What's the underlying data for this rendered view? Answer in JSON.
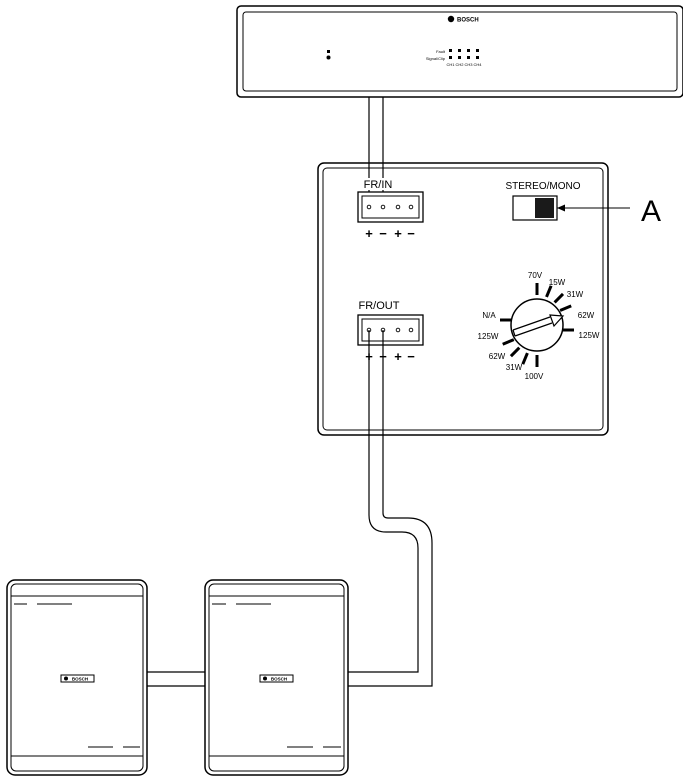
{
  "amplifier": {
    "brand": "BOSCH",
    "led_row_labels": [
      "Fault",
      "Signal/Clip"
    ],
    "channels": [
      "CH1",
      "CH2",
      "CH3",
      "CH4"
    ]
  },
  "panel": {
    "input_label": "FR/IN",
    "output_label": "FR/OUT",
    "input_polarity": [
      "+",
      "−",
      "+",
      "−"
    ],
    "output_polarity": [
      "+",
      "−",
      "+",
      "−"
    ],
    "switch_label": "STEREO/MONO",
    "callout_label": "A",
    "dial_settings": [
      "70V",
      "15W",
      "31W",
      "62W",
      "125W",
      "100V",
      "31W",
      "62W",
      "125W",
      "N/A"
    ]
  },
  "speakers": [
    {
      "brand": "BOSCH"
    },
    {
      "brand": "BOSCH"
    }
  ]
}
